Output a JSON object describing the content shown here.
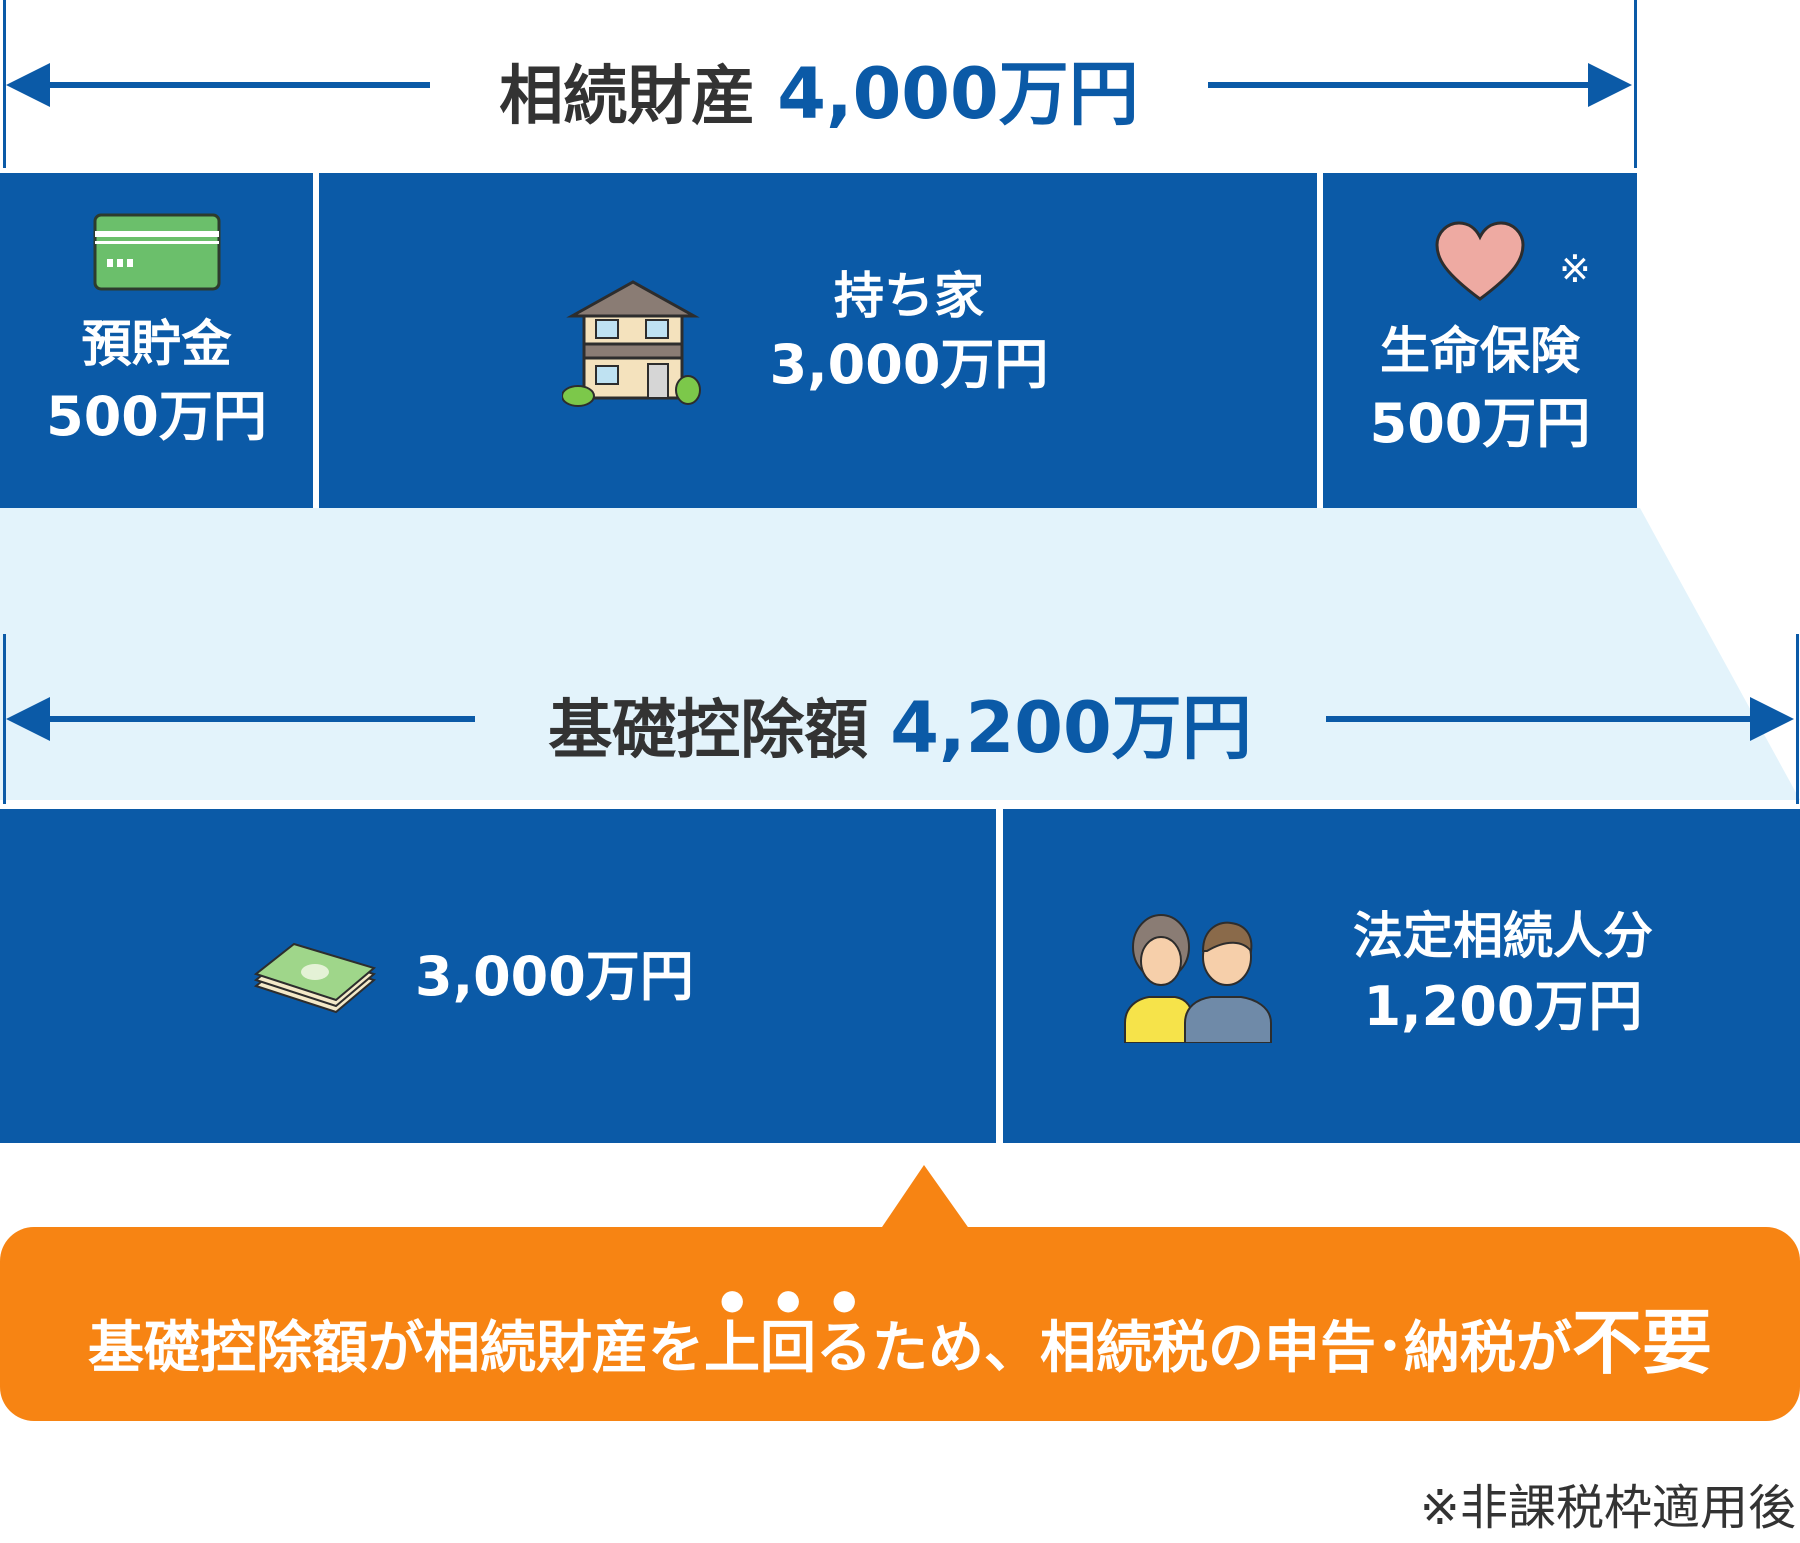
{
  "estate": {
    "label": "相続財産",
    "amount": "4,000万円",
    "items": [
      {
        "name": "預貯金",
        "amount": "500万円",
        "icon": "bankbook-icon"
      },
      {
        "name": "持ち家",
        "amount": "3,000万円",
        "icon": "house-icon"
      },
      {
        "name": "生命保険",
        "amount": "500万円",
        "icon": "heart-icon",
        "mark": "※"
      }
    ]
  },
  "deduction": {
    "label": "基礎控除額",
    "amount": "4,200万円",
    "items": [
      {
        "name": "",
        "amount": "3,000万円",
        "icon": "banknotes-icon"
      },
      {
        "name": "法定相続人分",
        "amount": "1,200万円",
        "icon": "couple-icon"
      }
    ]
  },
  "conclusion": {
    "prefix": "基礎控除額が相続財産を",
    "emphasis": "上回る",
    "middle": "ため、相続税の申告･納税が",
    "suffix": "不要"
  },
  "footnote": "※非課税枠適用後",
  "colors": {
    "blue": "#0b5aa7",
    "light_blue": "#e3f3fb",
    "orange": "#f78413",
    "text": "#333333"
  }
}
